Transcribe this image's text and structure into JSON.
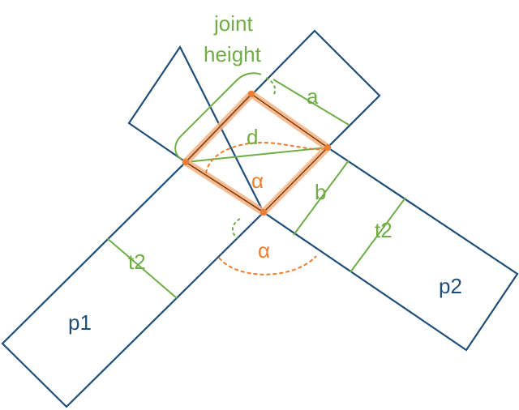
{
  "labels": {
    "joint_line1": "joint",
    "joint_line2": "height",
    "a": "a",
    "b": "b",
    "d": "d",
    "alpha_inner": "α",
    "alpha_outer": "α",
    "t2_left": "t2",
    "t2_right": "t2",
    "p1": "p1",
    "p2": "p2"
  },
  "colors": {
    "beam_outline": "#1f4e79",
    "dimension": "#70ad47",
    "angle": "#ed7d31",
    "highlight": "#f4b183"
  }
}
